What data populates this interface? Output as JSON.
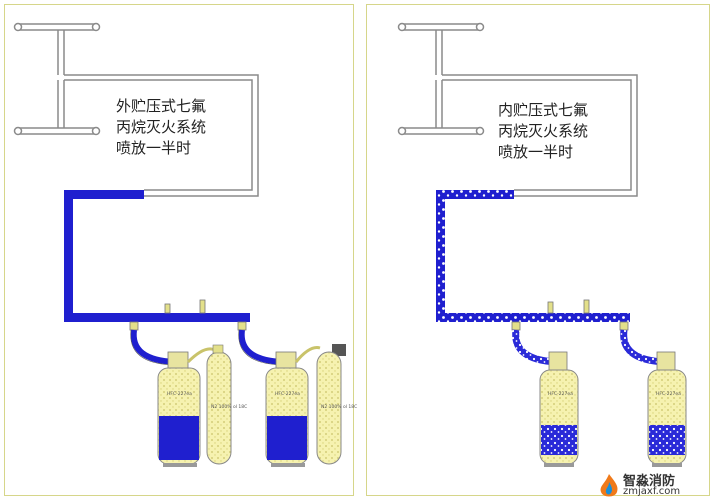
{
  "left_panel": {
    "caption_lines": [
      "外贮压式七氟",
      "丙烷灭火系统",
      "喷放一半时"
    ],
    "tank_labels": [
      "HFC-227ea",
      "N2 100% ol 18C"
    ]
  },
  "right_panel": {
    "caption_lines": [
      "内贮压式七氟",
      "丙烷灭火系统",
      "喷放一半时"
    ],
    "tank_labels": [
      "HFC-227ea"
    ]
  },
  "logo": {
    "name": "智淼消防",
    "url": "zmjaxf.com"
  },
  "colors": {
    "pipe_blue": "#1f1fcf",
    "agent_yellow": "#f5f0a0",
    "outline_gray": "#8a8a8a"
  }
}
